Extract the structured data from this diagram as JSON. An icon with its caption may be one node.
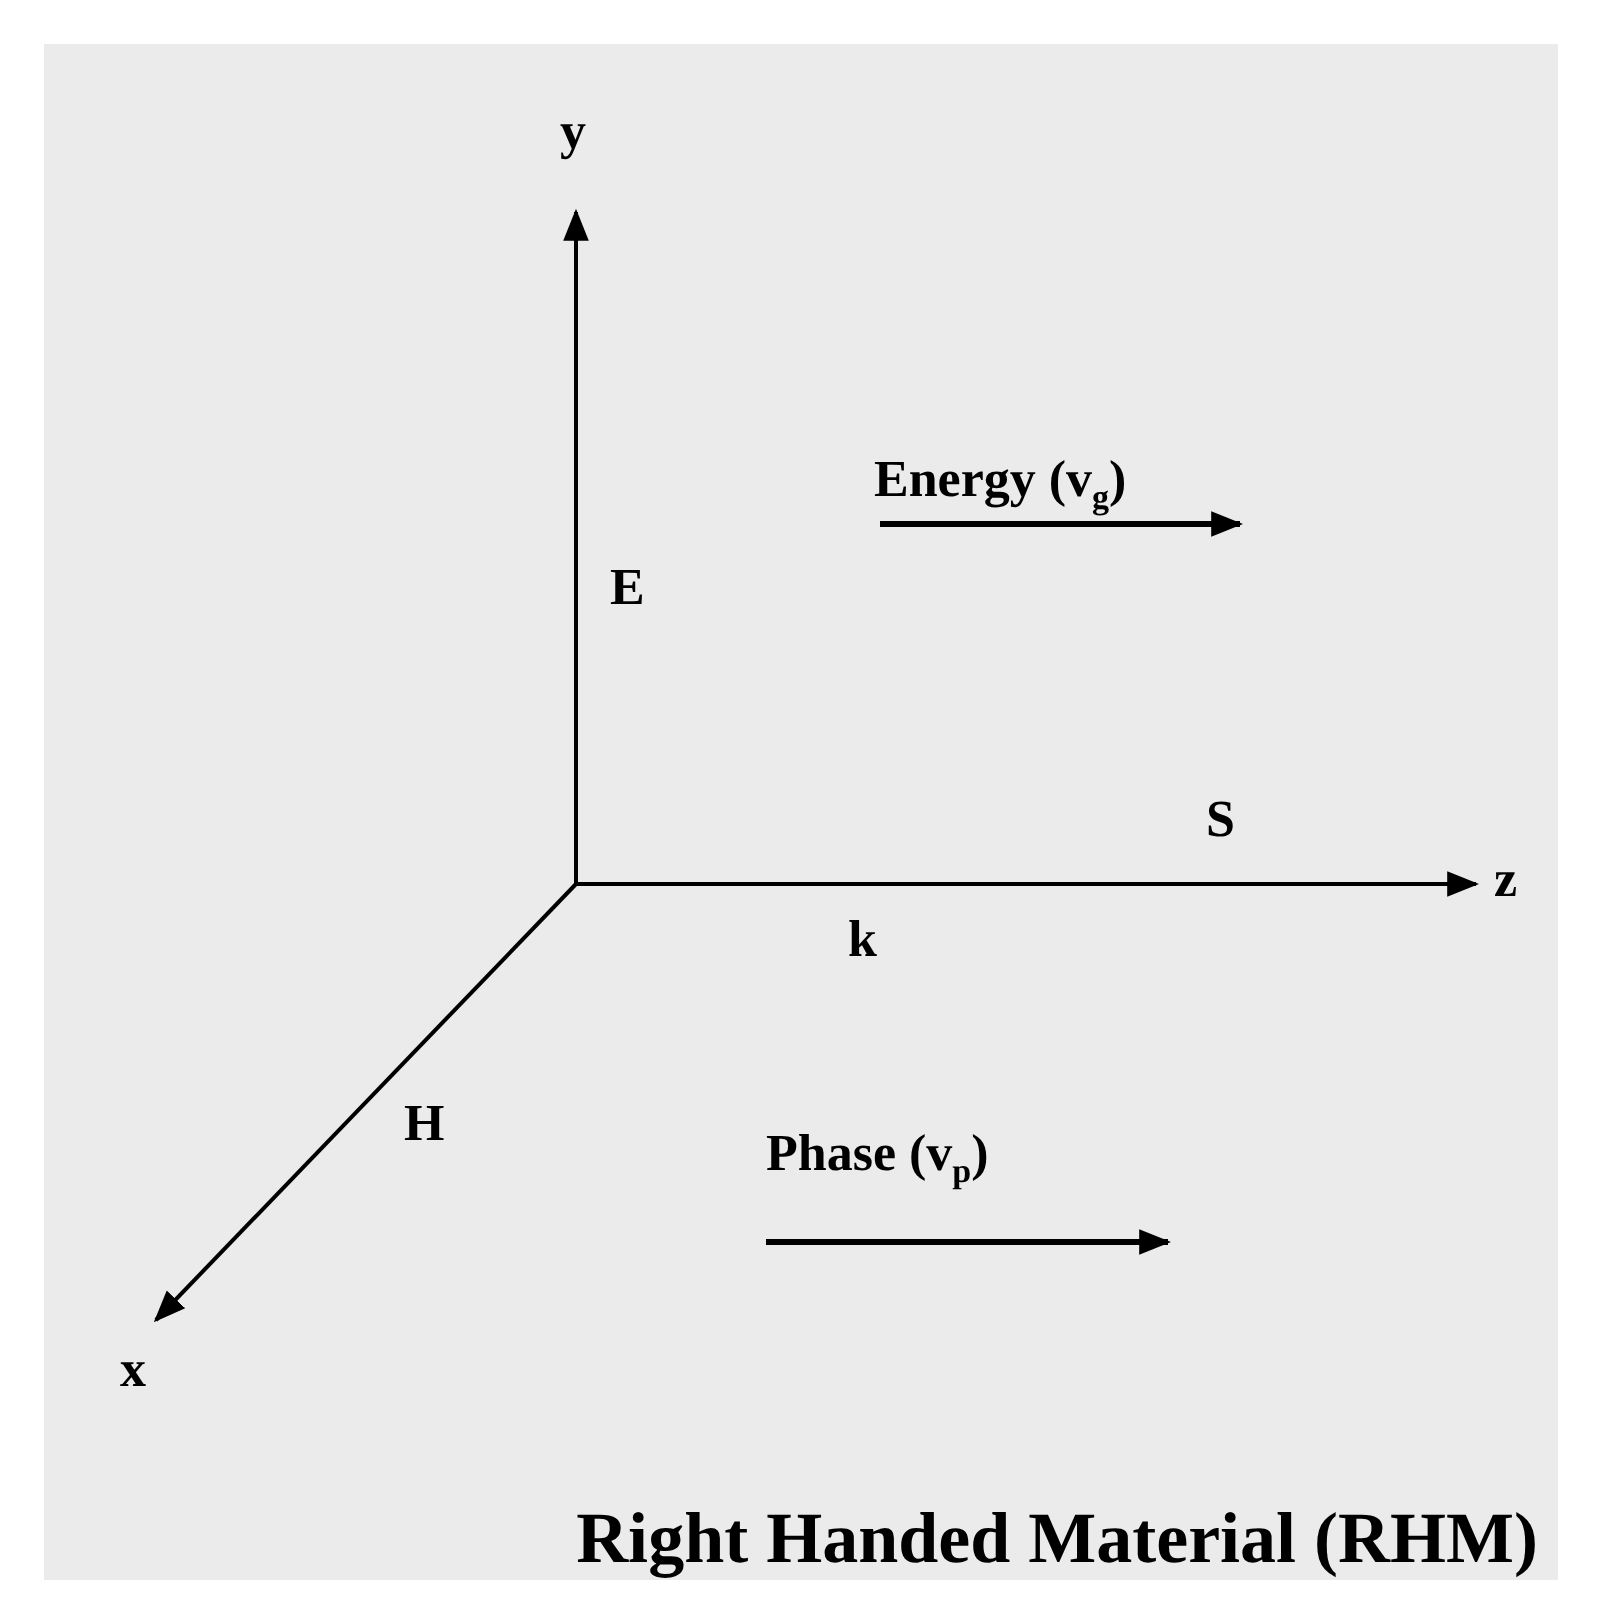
{
  "diagram": {
    "caption": "Right Handed Material (RHM)",
    "labels": [
      "y",
      "E",
      "Energy (v$_{g}$)",
      "S",
      "z",
      "k",
      "H",
      "Phase (v$_{p}$)",
      "x"
    ]
  }
}
